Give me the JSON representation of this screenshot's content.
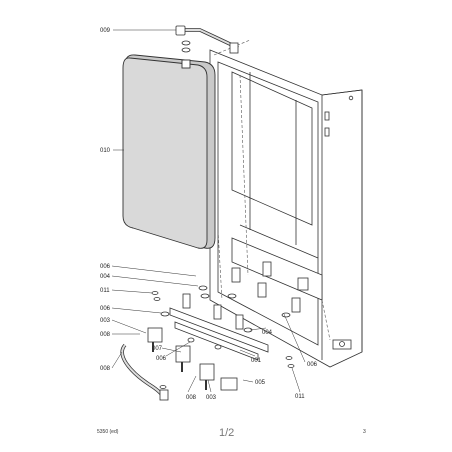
{
  "callouts": [
    {
      "id": "c009",
      "text": "009"
    },
    {
      "id": "c010",
      "text": "010"
    },
    {
      "id": "c006a",
      "text": "006"
    },
    {
      "id": "c004a",
      "text": "004"
    },
    {
      "id": "c011a",
      "text": "011"
    },
    {
      "id": "c006b",
      "text": "006"
    },
    {
      "id": "c003a",
      "text": "003"
    },
    {
      "id": "c008a",
      "text": "008"
    },
    {
      "id": "c008b",
      "text": "008"
    },
    {
      "id": "c007",
      "text": "007"
    },
    {
      "id": "c006c",
      "text": "006"
    },
    {
      "id": "c008c",
      "text": "008"
    },
    {
      "id": "c003b",
      "text": "003"
    },
    {
      "id": "c005",
      "text": "005"
    },
    {
      "id": "c004b",
      "text": "004"
    },
    {
      "id": "c001",
      "text": "001"
    },
    {
      "id": "c006d",
      "text": "006"
    },
    {
      "id": "c011b",
      "text": "011"
    }
  ],
  "footer": {
    "doc_code": "5350 (ed)",
    "page": "1/2",
    "mark": "3"
  }
}
